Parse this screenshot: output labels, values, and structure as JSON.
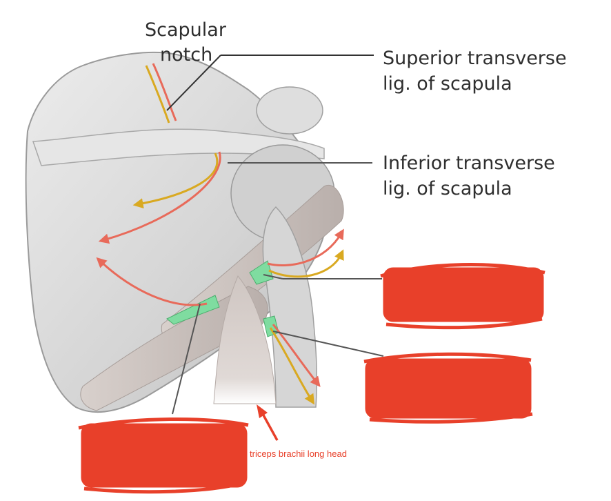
{
  "labels": {
    "scapular_notch_line1": "Scapular",
    "scapular_notch_line2": "notch",
    "superior_line1": "Superior transverse",
    "superior_line2": "lig. of scapula",
    "inferior_line1": "Inferior transverse",
    "inferior_line2": "lig. of scapula",
    "triceps": "triceps brachii long head"
  },
  "colors": {
    "artery": "#e86a5a",
    "nerve": "#d9a921",
    "redaction": "#e8402a",
    "space": "#7fdca0",
    "bone": "#d6d6d6",
    "muscle": "#c9c0bc"
  }
}
